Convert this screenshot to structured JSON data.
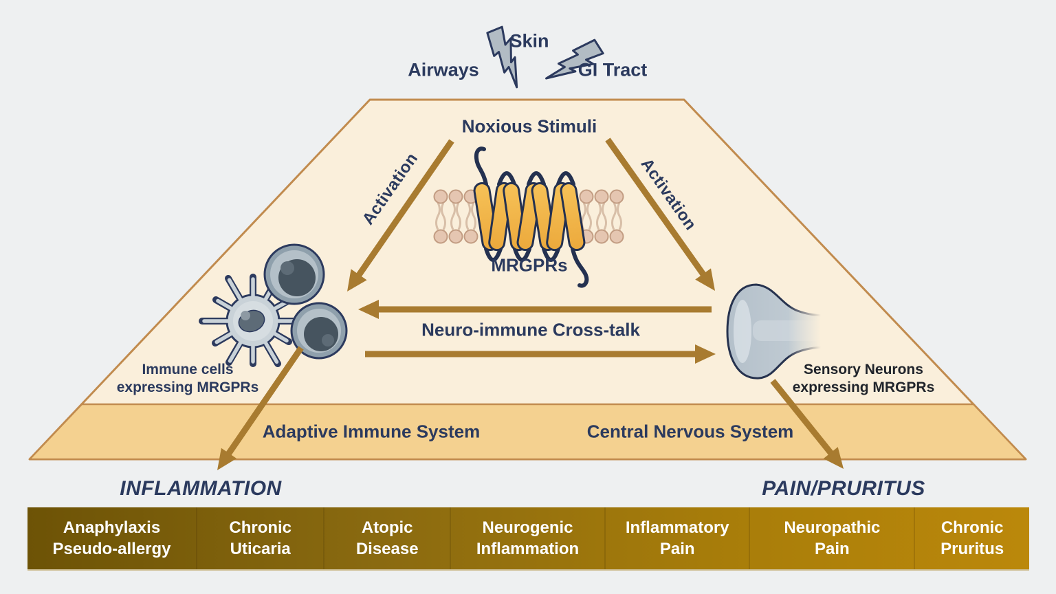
{
  "entry_points": {
    "skin": "Skin",
    "airways": "Airways",
    "gi_tract": "GI Tract"
  },
  "stimulus": {
    "label": "Noxious Stimuli"
  },
  "receptor": {
    "label": "MRGPRs"
  },
  "activation": {
    "left": "Activation",
    "right": "Activation"
  },
  "immune_cells": {
    "line1": "Immune cells",
    "line2": "expressing MRGPRs"
  },
  "sensory_neurons": {
    "line1": "Sensory Neurons",
    "line2": "expressing MRGPRs"
  },
  "crosstalk": {
    "label": "Neuro-immune Cross-talk"
  },
  "systems": {
    "adaptive": "Adaptive Immune System",
    "central": "Central Nervous System"
  },
  "outcomes": {
    "inflammation": "INFLAMMATION",
    "pain": "PAIN/PRURITUS"
  },
  "conditions": [
    {
      "line1": "Anaphylaxis",
      "line2": "Pseudo-allergy"
    },
    {
      "line1": "Chronic",
      "line2": "Uticaria"
    },
    {
      "line1": "Atopic",
      "line2": "Disease"
    },
    {
      "line1": "Neurogenic",
      "line2": "Inflammation"
    },
    {
      "line1": "Inflammatory",
      "line2": "Pain"
    },
    {
      "line1": "Neuropathic",
      "line2": "Pain"
    },
    {
      "line1": "Chronic",
      "line2": "Pruritus"
    }
  ],
  "colors": {
    "background": "#eef0f1",
    "trapezoid_fill": "#faefdb",
    "band_fill": "#f4d190",
    "outline_tan": "#c18b4e",
    "arrow_brown": "#a87b30",
    "navy_text": "#2b3a5e",
    "helix_yellow": "#f2b94a",
    "bolt_gray": "#b2bcc4",
    "bar_gradient_left": "#6d5306",
    "bar_gradient_right": "#bb880b",
    "bar_text": "#ffffff"
  }
}
